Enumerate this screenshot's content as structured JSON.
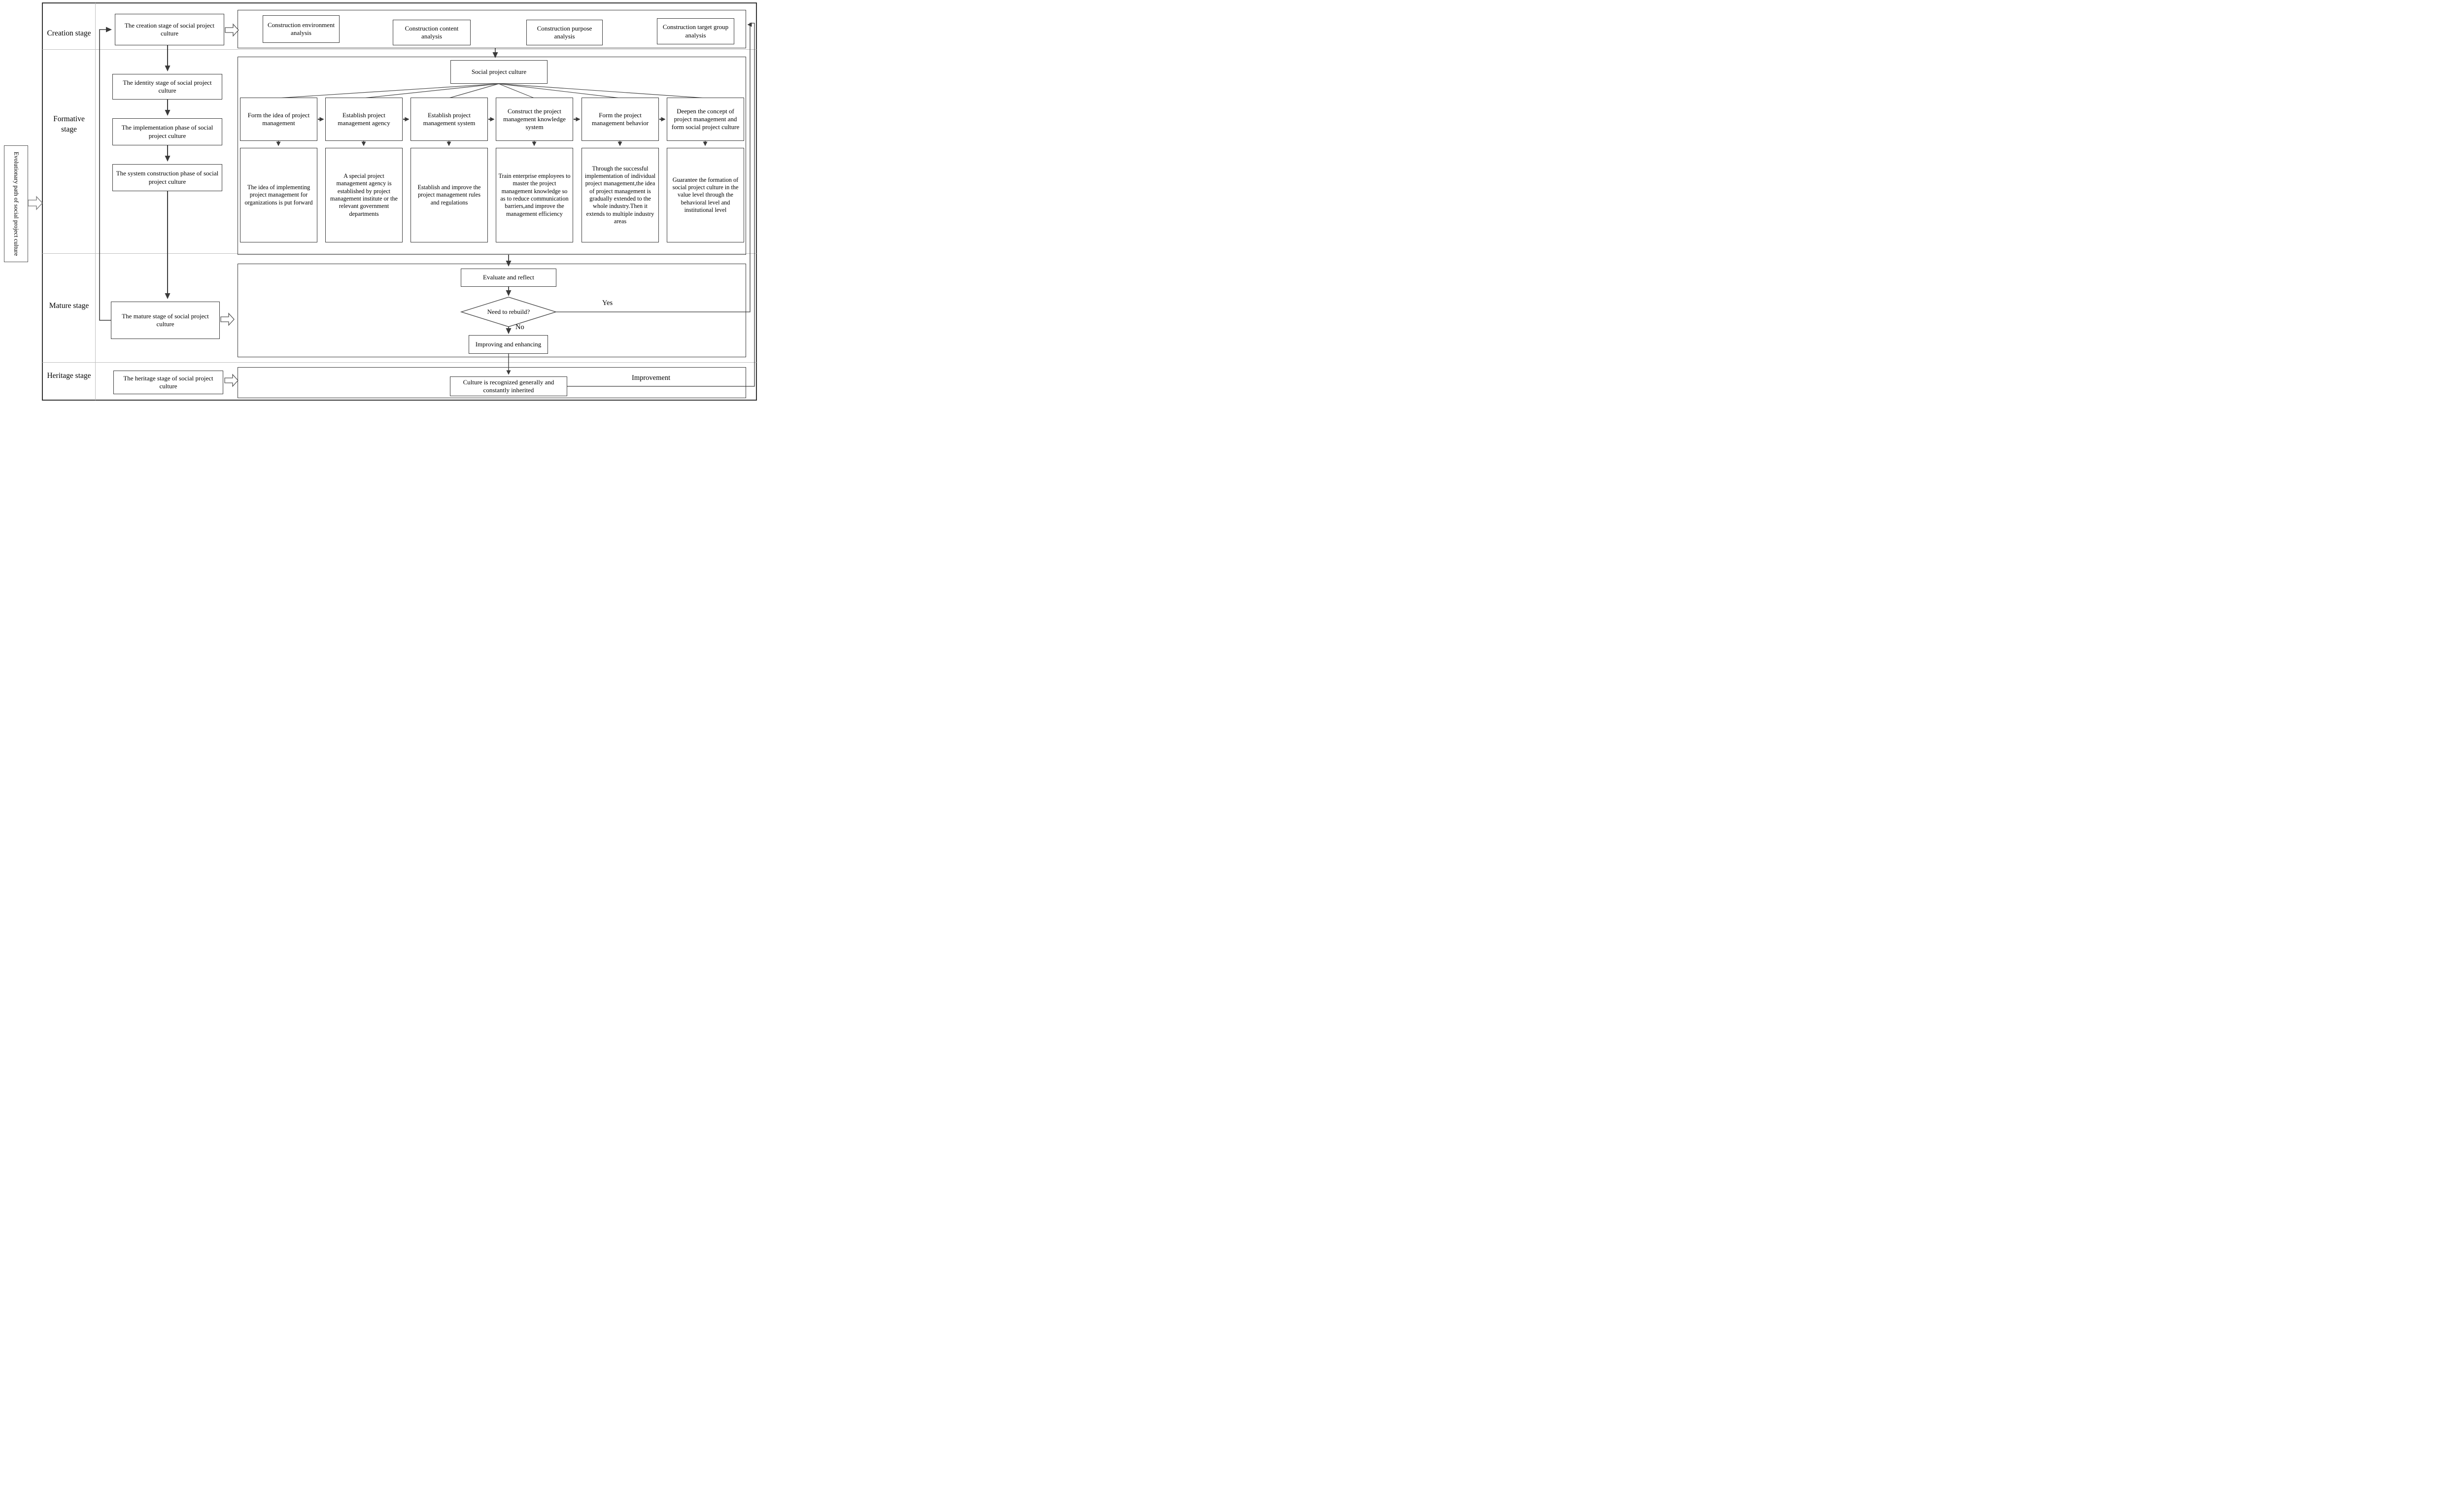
{
  "banner": {
    "text": "Evolutionary path of social project culture"
  },
  "stages": {
    "creation": {
      "label": "Creation stage",
      "box": "The creation stage of social project culture"
    },
    "formative": {
      "label": "Formative stage",
      "identity": "The identity stage of social project culture",
      "implementation": "The implementation phase of social project culture",
      "system": "The system construction phase of social project culture"
    },
    "mature": {
      "label": "Mature stage",
      "box": "The mature stage of social project culture"
    },
    "heritage": {
      "label": "Heritage stage",
      "box": "The heritage stage of social project culture"
    }
  },
  "creation_row": {
    "items": [
      "Construction environment analysis",
      "Construction content analysis",
      "Construction purpose analysis",
      "Construction target group analysis"
    ]
  },
  "formative": {
    "root": "Social project culture",
    "steps": [
      "Form the idea of project management",
      "Establish project management agency",
      "Establish project management system",
      "Construct the project management knowledge system",
      "Form the project management behavior",
      "Deepen the concept of project management and form social project culture"
    ],
    "details": [
      "The idea of implementing project management for organizations  is put forward",
      "A special project management agency is established by project management institute or the relevant government departments",
      "Establish and improve the project management rules and regulations",
      "Train enterprise employees to master the project management knowledge so as to reduce communication barriers,and improve the management efficiency",
      "Through the successful implementation of individual project management,the idea of project management is gradually extended to the whole industry.Then it extends to multiple industry areas",
      "Guarantee  the formation of social project culture in the value level through the behavioral level and institutional level"
    ]
  },
  "mature": {
    "evaluate": "Evaluate and reflect",
    "decision": "Need to rebuild?",
    "yes_label": "Yes",
    "no_label": "No",
    "improving": "Improving and enhancing"
  },
  "heritage": {
    "inherited": "Culture is recognized generally and constantly inherited",
    "improvement_label": "Improvement"
  }
}
